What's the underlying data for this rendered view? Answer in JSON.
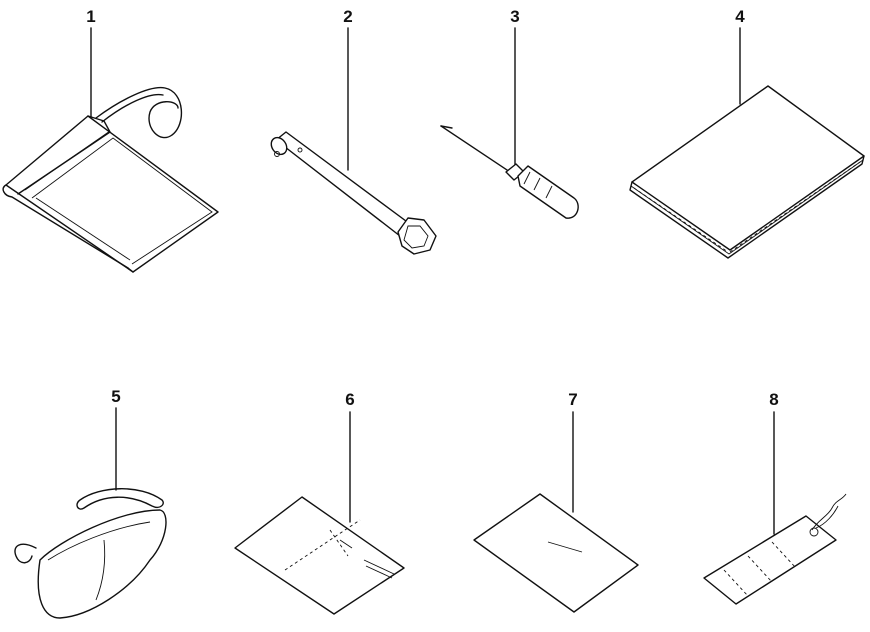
{
  "parts": [
    {
      "number": "1",
      "icon": "tool-bag-icon"
    },
    {
      "number": "2",
      "icon": "spark-plug-wrench-icon"
    },
    {
      "number": "3",
      "icon": "screwdriver-icon"
    },
    {
      "number": "4",
      "icon": "owners-manual-icon"
    },
    {
      "number": "5",
      "icon": "safety-glasses-icon"
    },
    {
      "number": "6",
      "icon": "instruction-sheet-icon"
    },
    {
      "number": "7",
      "icon": "label-sheet-icon"
    },
    {
      "number": "8",
      "icon": "tag-icon"
    }
  ]
}
